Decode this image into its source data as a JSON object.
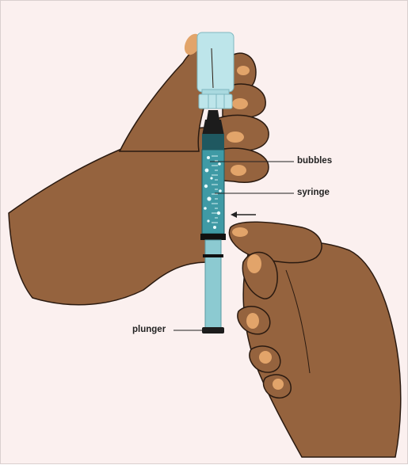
{
  "labels": {
    "bubbles": "bubbles",
    "syringe": "syringe",
    "plunger": "plunger"
  },
  "colors": {
    "background": "#fbf0ef",
    "skin": "#95633e",
    "skin_outline": "#2a1a10",
    "nail": "#e2a46a",
    "vial": "#bde5ea",
    "syringe_barrel": "#6fb6bd",
    "syringe_fluid": "#3f9aa5",
    "needle_hub": "#1c1c1c"
  },
  "icons": {
    "tap_arrow": "arrow-left-icon"
  }
}
